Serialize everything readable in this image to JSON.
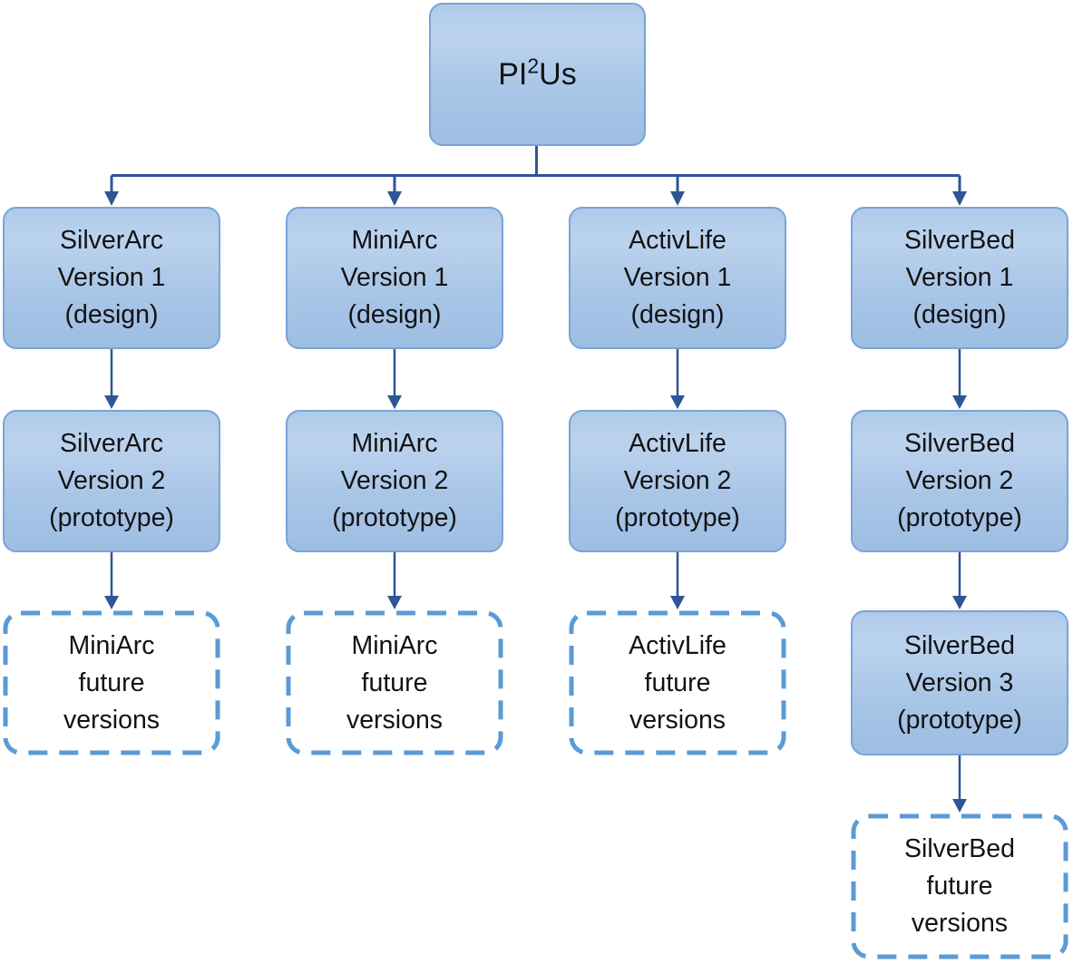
{
  "figure": {
    "type": "flowchart",
    "root": {
      "text_main": "PI",
      "text_sup": "2",
      "text_tail": "Us"
    },
    "columns": [
      {
        "boxes": [
          {
            "text": "SilverArc\nVersion 1\n(design)",
            "style": "solid"
          },
          {
            "text": "SilverArc\nVersion 2\n(prototype)",
            "style": "solid"
          },
          {
            "text": "MiniArc\nfuture\nversions",
            "style": "dashed"
          }
        ]
      },
      {
        "boxes": [
          {
            "text": "MiniArc\nVersion 1\n(design)",
            "style": "solid"
          },
          {
            "text": "MiniArc\nVersion 2\n(prototype)",
            "style": "solid"
          },
          {
            "text": "MiniArc\nfuture\nversions",
            "style": "dashed"
          }
        ]
      },
      {
        "boxes": [
          {
            "text": "ActivLife\nVersion 1\n(design)",
            "style": "solid"
          },
          {
            "text": "ActivLife\nVersion 2\n(prototype)",
            "style": "solid"
          },
          {
            "text": "ActivLife\nfuture\nversions",
            "style": "dashed"
          }
        ]
      },
      {
        "boxes": [
          {
            "text": "SilverBed\nVersion 1\n(design)",
            "style": "solid"
          },
          {
            "text": "SilverBed\nVersion 2\n(prototype)",
            "style": "solid"
          },
          {
            "text": "SilverBed\nVersion 3\n(prototype)",
            "style": "solid"
          },
          {
            "text": "SilverBed\nfuture\nversions",
            "style": "dashed"
          }
        ]
      }
    ],
    "colors": {
      "node_fill_top": "#bbd3ee",
      "node_fill_bottom": "#9dbde2",
      "node_border": "#7aa4d6",
      "dashed_border": "#5b9bd5",
      "connector": "#2e5597",
      "text": "#131313"
    }
  }
}
